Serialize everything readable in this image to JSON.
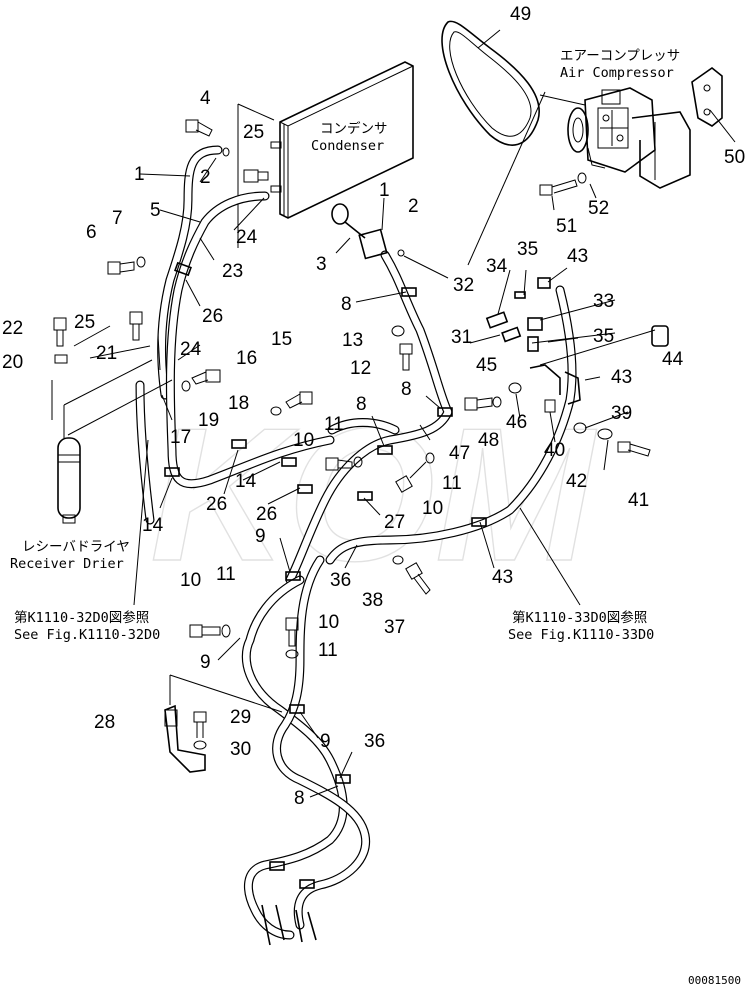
{
  "watermark": "KOM",
  "image_code": "00081500",
  "labels": {
    "condenser_jp": "コンデンサ",
    "condenser_en": "Condenser",
    "compressor_jp": "エアーコンプレッサ",
    "compressor_en": "Air Compressor",
    "receiver_jp": "レシーバドライヤ",
    "receiver_en": "Receiver Drier",
    "ref_left_jp": "第K1110-32D0図参照",
    "ref_left_en": "See Fig.K1110-32D0",
    "ref_right_jp": "第K1110-33D0図参照",
    "ref_right_en": "See Fig.K1110-33D0"
  },
  "callouts": [
    "49",
    "4",
    "25",
    "1",
    "2",
    "5",
    "7",
    "6",
    "24",
    "23",
    "26",
    "50",
    "51",
    "52",
    "1",
    "2",
    "3",
    "32",
    "8",
    "22",
    "25",
    "20",
    "21",
    "24",
    "15",
    "16",
    "18",
    "19",
    "17",
    "13",
    "12",
    "8",
    "34",
    "35",
    "43",
    "33",
    "31",
    "35",
    "45",
    "44",
    "43",
    "46",
    "40",
    "39",
    "42",
    "41",
    "47",
    "48",
    "11",
    "8",
    "10",
    "11",
    "14",
    "26",
    "14",
    "26",
    "27",
    "10",
    "9",
    "36",
    "38",
    "37",
    "43",
    "10",
    "11",
    "10",
    "9",
    "11",
    "28",
    "29",
    "30",
    "9",
    "36",
    "8"
  ]
}
